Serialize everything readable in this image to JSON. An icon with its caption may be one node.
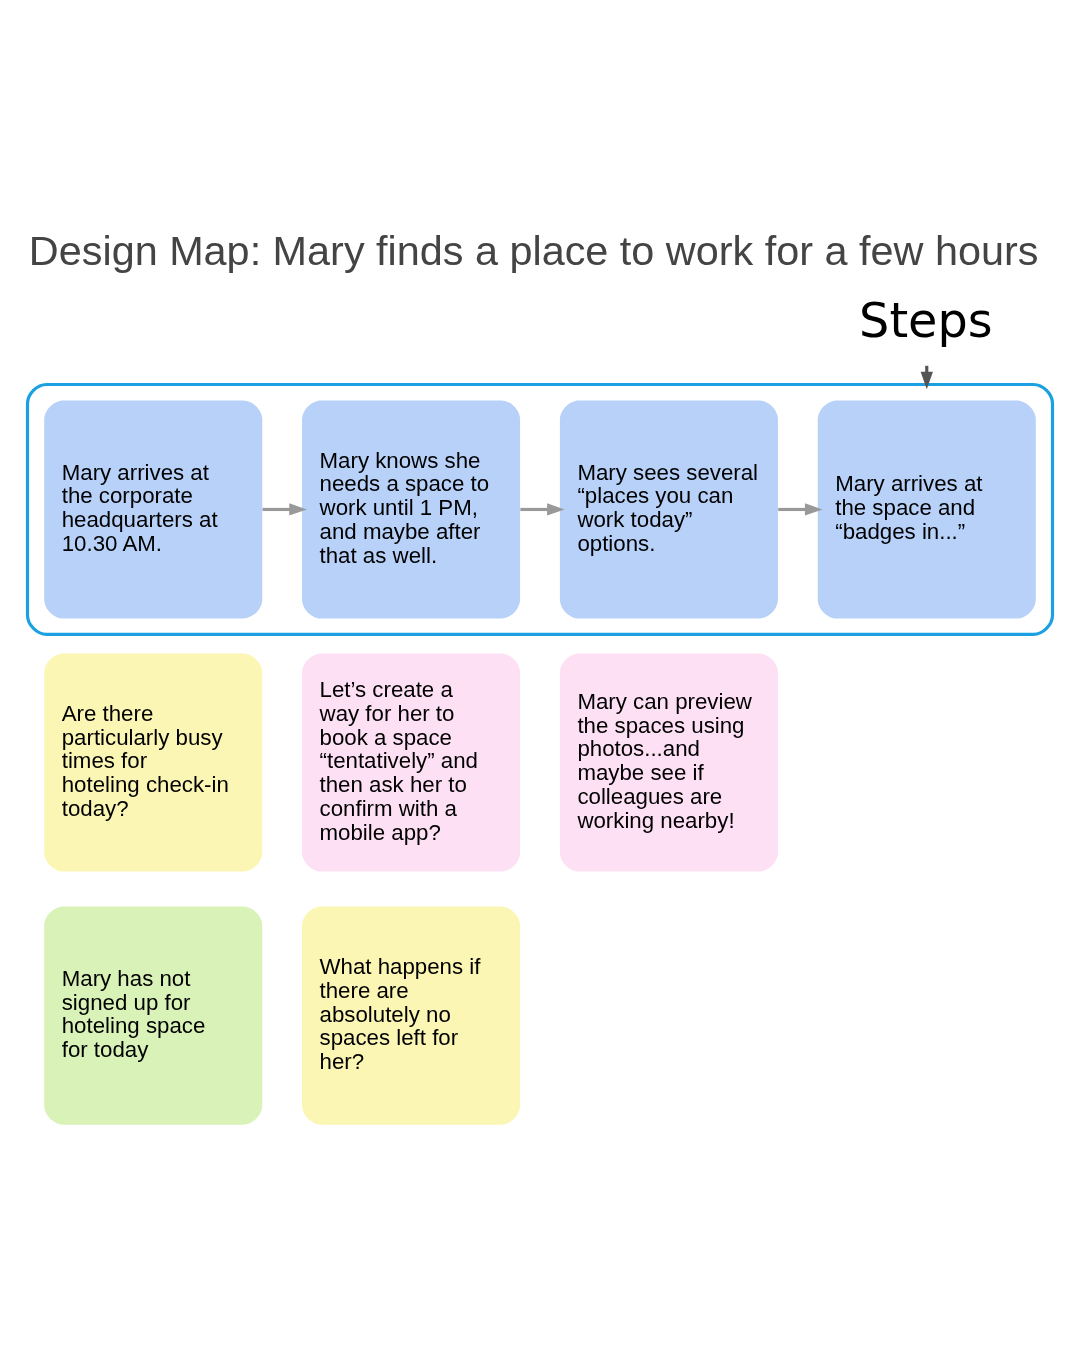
{
  "diagram": {
    "title": "Design Map: Mary finds a place to work for a few hours",
    "nodes": [
      {
        "text": [
          "Steps"
        ]
      },
      {
        "text": [],
        "shape": "box"
      },
      {
        "text": [
          "Mary arrives at the corporate headquarters at 10.30 AM."
        ],
        "in": 1
      },
      {
        "text": [
          "Mary knows she needs a space to work until 1 PM, and maybe after that as well."
        ],
        "in": 1
      },
      {
        "text": [
          "Mary sees several “places you can work today” options."
        ],
        "in": 1
      },
      {
        "text": [
          "Mary arrives at the space and “badges in...”"
        ],
        "in": 1
      },
      {
        "text": [
          "Are there particularly busy times for hoteling check-in today?"
        ]
      },
      {
        "text": [
          "Let’s create a way for her to book a space “tentatively” and then ask her to confirm with a mobile app?"
        ]
      },
      {
        "text": [
          "Mary can preview the spaces using photos...and maybe see if colleagues are working nearby!"
        ]
      },
      {
        "text": [
          "Mary has not signed up for hoteling space for today"
        ]
      },
      {
        "text": [
          "What happens if there are absolutely no spaces left for her?"
        ]
      }
    ],
    "edges": [
      {
        "from": 0,
        "to": 1,
        "arrow": "to",
        "color": "#555555"
      },
      {
        "from": 2,
        "to": 3,
        "arrow": "to"
      },
      {
        "from": 3,
        "to": 4,
        "arrow": "to"
      },
      {
        "from": 4,
        "to": 5,
        "arrow": "to"
      }
    ]
  }
}
